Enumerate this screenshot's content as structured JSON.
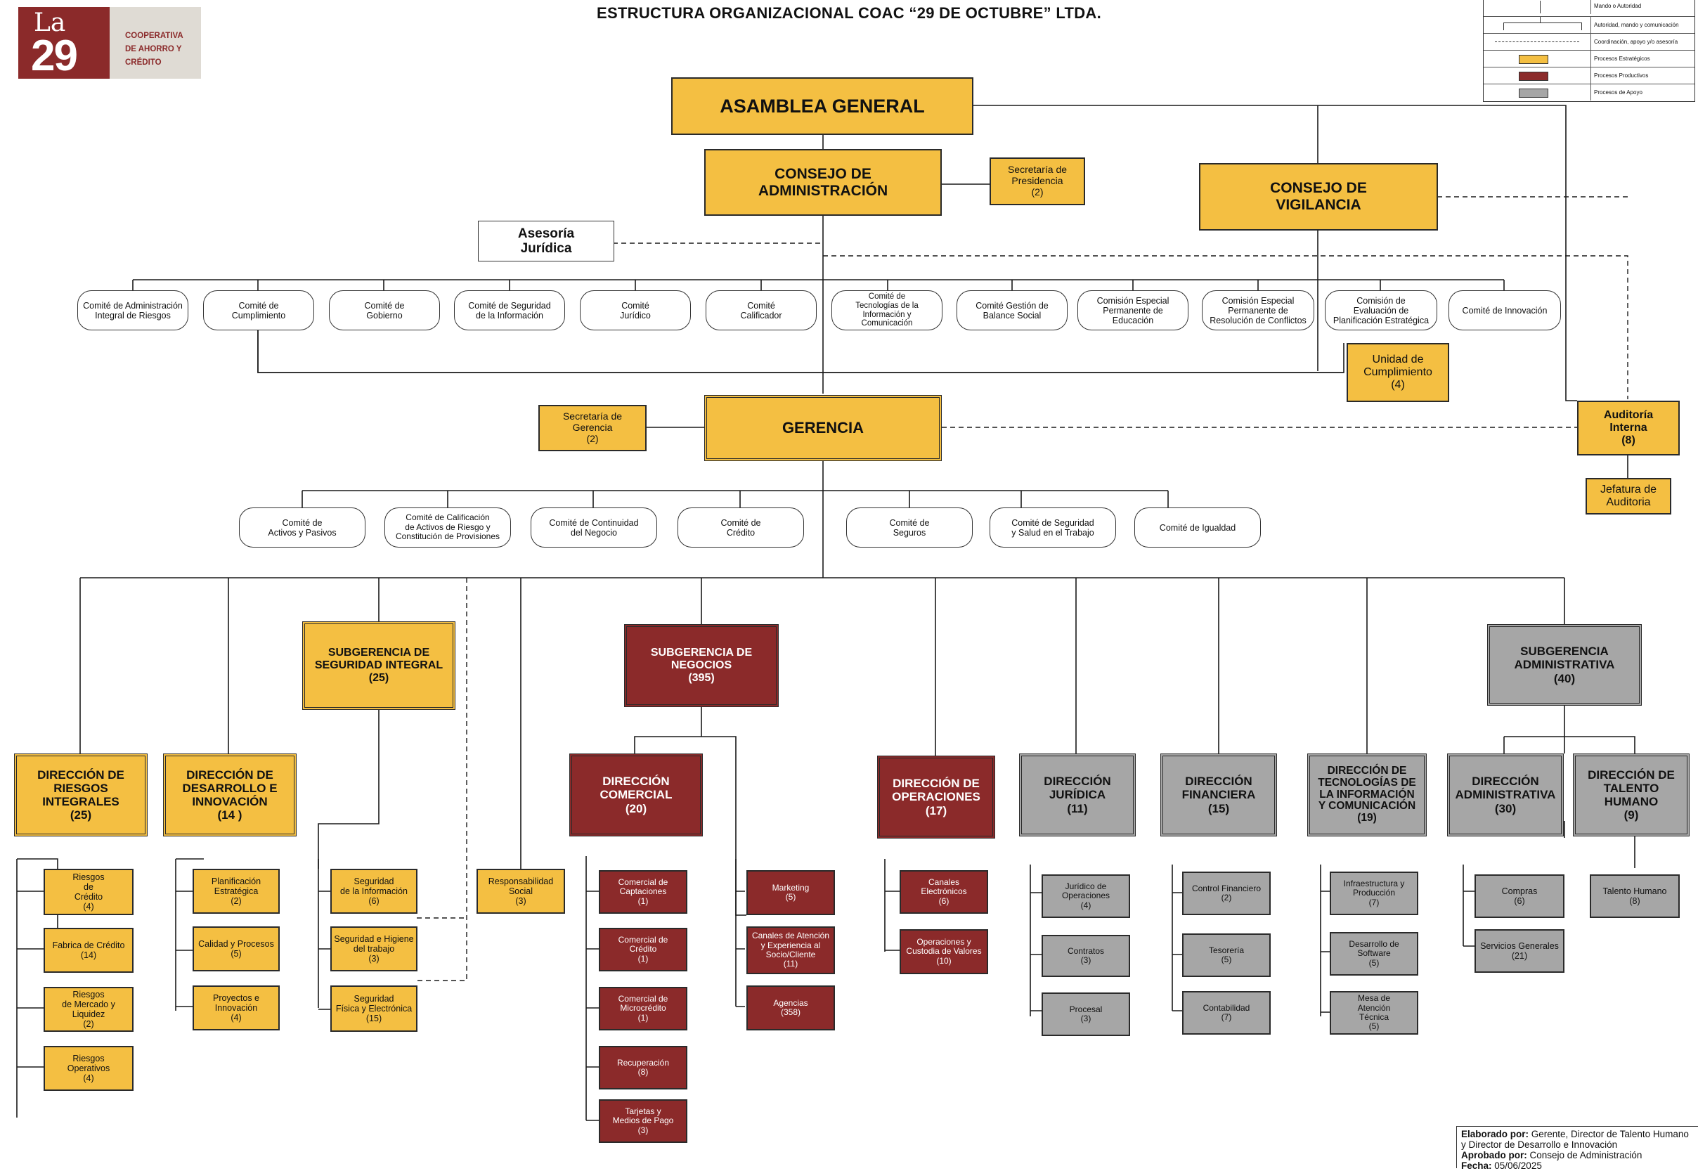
{
  "title": "ESTRUCTURA ORGANIZACIONAL COAC “29 DE OCTUBRE” LTDA.",
  "logo": {
    "mark_small": "La",
    "mark_big": "29",
    "text": "COOPERATIVA\nDE AHORRO Y\nCRÉDITO"
  },
  "legend": {
    "items": [
      {
        "label": "Mando o Autoridad",
        "symbol": "solid-line"
      },
      {
        "label": "Autoridad, mando y comunicación",
        "symbol": "branch-line"
      },
      {
        "label": "Coordinación, apoyo y/o asesoría",
        "symbol": "dashed-line"
      },
      {
        "label": "Procesos Estratégicos",
        "color": "#f4bf42"
      },
      {
        "label": "Procesos Productivos",
        "color": "#8b2a2a"
      },
      {
        "label": "Procesos de Apoyo",
        "color": "#a6a6a6"
      }
    ]
  },
  "colors": {
    "strategic": "#f4bf42",
    "productive": "#8b2a2a",
    "support": "#a6a6a6"
  },
  "nodes": {
    "asamblea": "ASAMBLEA GENERAL",
    "consejo_admin": "CONSEJO DE\nADMINISTRACIÓN",
    "sec_presidencia": "Secretaría de\nPresidencia\n(2)",
    "consejo_vig": "CONSEJO DE\nVIGILANCIA",
    "asesoria": "Asesoría\nJurídica",
    "unidad_cumpl": "Unidad de\nCumplimiento\n(4)",
    "gerencia": "GERENCIA",
    "sec_gerencia": "Secretaría de\nGerencia\n(2)",
    "auditoria": "Auditoría\nInterna\n(8)",
    "jef_auditoria": "Jefatura de\nAuditoria",
    "sub_seguridad": "SUBGERENCIA DE\nSEGURIDAD INTEGRAL\n(25)",
    "sub_negocios": "SUBGERENCIA DE\nNEGOCIOS\n(395)",
    "sub_admin": "SUBGERENCIA\nADMINISTRATIVA\n(40)",
    "resp_social": "Responsabilidad\nSocial\n(3)"
  },
  "board_committees": [
    "Comité de Administración\nIntegral de Riesgos",
    "Comité de\nCumplimiento",
    "Comité de\nGobierno",
    "Comité de Seguridad\nde la Información",
    "Comité\nJurídico",
    "Comité\nCalificador",
    "Comité de\nTecnologías de la\nInformación  y\nComunicación",
    "Comité Gestión de\nBalance Social",
    "Comisión Especial\nPermanente de\nEducación",
    "Comisión Especial\nPermanente de\nResolución de Conflictos",
    "Comisión de\nEvaluación de\nPlanificación Estratégica",
    "Comité de Innovación"
  ],
  "management_committees": [
    "Comité de\nActivos y Pasivos",
    "Comité de Calificación\nde Activos de Riesgo y\nConstitución de Provisiones",
    "Comité de Continuidad\ndel Negocio",
    "Comité de\nCrédito",
    "Comité de\nSeguros",
    "Comité de Seguridad\ny Salud en el Trabajo",
    "Comité de Igualdad"
  ],
  "directions": {
    "riesgos": {
      "name": "DIRECCIÓN DE\nRIESGOS\nINTEGRALES\n(25)",
      "units": [
        "Riesgos\nde\nCrédito\n(4)",
        "Fabrica de Crédito\n(14)",
        "Riesgos\nde Mercado y\nLiquidez\n(2)",
        "Riesgos\nOperativos\n(4)"
      ]
    },
    "desarrollo": {
      "name": "DIRECCIÓN DE\nDESARROLLO E\nINNOVACIÓN\n(14 )",
      "units": [
        "Planificación\nEstratégica\n(2)",
        "Calidad y Procesos\n(5)",
        "Proyectos e\nInnovación\n(4)"
      ]
    },
    "seguridad_units": [
      "Seguridad\nde la Información\n(6)",
      "Seguridad e Higiene\ndel trabajo\n(3)",
      "Seguridad\nFísica y Electrónica\n(15)"
    ],
    "comercial": {
      "name": "DIRECCIÓN\nCOMERCIAL\n(20)",
      "units": [
        "Comercial de\nCaptaciones\n(1)",
        "Comercial de\nCrédito\n(1)",
        "Comercial de\nMicrocrédito\n(1)",
        "Recuperación\n(8)",
        "Tarjetas y\nMedios de Pago\n(3)"
      ]
    },
    "negocios_units": [
      "Marketing\n(5)",
      "Canales de Atención\ny Experiencia al\nSocio/Cliente\n(11)",
      "Agencias\n(358)"
    ],
    "operaciones": {
      "name": "DIRECCIÓN DE\nOPERACIONES\n(17)",
      "units": [
        "Canales\nElectrónicos\n(6)",
        "Operaciones y\nCustodia de Valores\n(10)"
      ]
    },
    "juridica": {
      "name": "DIRECCIÓN\nJURÍDICA\n(11)",
      "units": [
        "Jurídico de\nOperaciones\n(4)",
        "Contratos\n(3)",
        "Procesal\n(3)"
      ]
    },
    "financiera": {
      "name": "DIRECCIÓN\nFINANCIERA\n(15)",
      "units": [
        "Control Financiero\n(2)",
        "Tesorería\n(5)",
        "Contabilidad\n(7)"
      ]
    },
    "tecnologias": {
      "name": "DIRECCIÓN DE\nTECNOLOGÍAS DE\nLA INFORMACIÓN\nY COMUNICACIÓN\n(19)",
      "units": [
        "Infraestructura y\nProducción\n(7)",
        "Desarrollo de\nSoftware\n(5)",
        "Mesa de\nAtención\nTécnica\n(5)"
      ]
    },
    "administrativa": {
      "name": "DIRECCIÓN\nADMINISTRATIVA\n(30)",
      "units": [
        "Compras\n(6)",
        "Servicios Generales\n(21)"
      ]
    },
    "talento": {
      "name": "DIRECCIÓN DE\nTALENTO\nHUMANO\n(9)",
      "units": [
        "Talento Humano\n(8)"
      ]
    }
  },
  "footer": {
    "elaborado_label": "Elaborado por:",
    "elaborado_value": " Gerente, Director de Talento Humano y Director de Desarrollo e Innovación",
    "aprobado_label": "Aprobado por:",
    "aprobado_value": " Consejo de Administración",
    "fecha_label": "Fecha:",
    "fecha_value": " 05/06/2025"
  }
}
